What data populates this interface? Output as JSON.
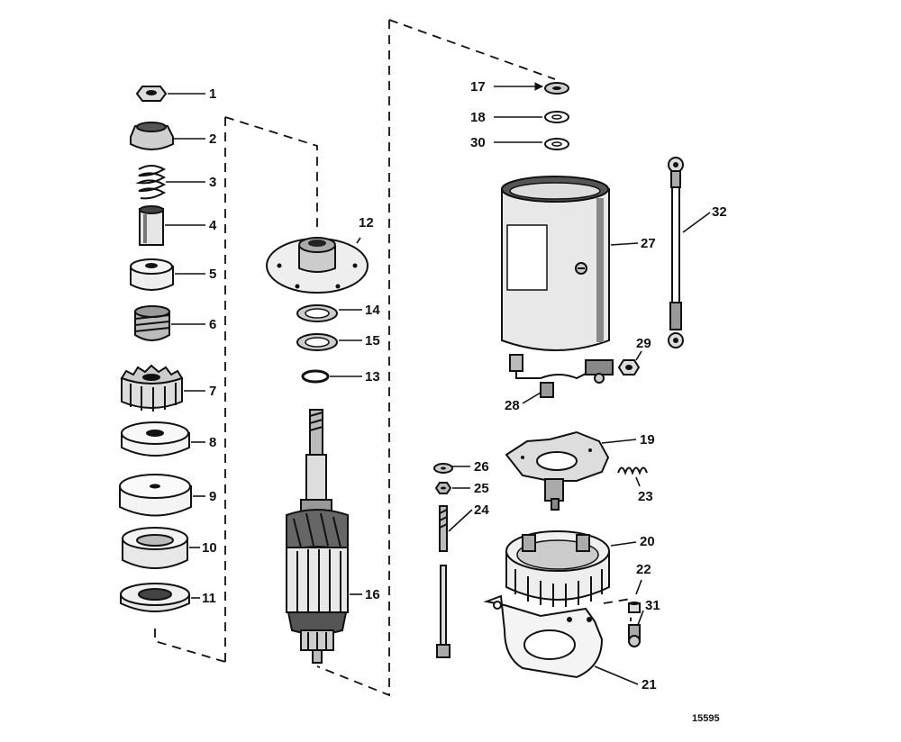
{
  "figure_number": "15595",
  "callouts": [
    "1",
    "2",
    "3",
    "4",
    "5",
    "6",
    "7",
    "8",
    "9",
    "10",
    "11",
    "12",
    "13",
    "14",
    "15",
    "16",
    "17",
    "18",
    "19",
    "20",
    "21",
    "22",
    "23",
    "24",
    "25",
    "26",
    "27",
    "28",
    "29",
    "30",
    "31",
    "32"
  ]
}
